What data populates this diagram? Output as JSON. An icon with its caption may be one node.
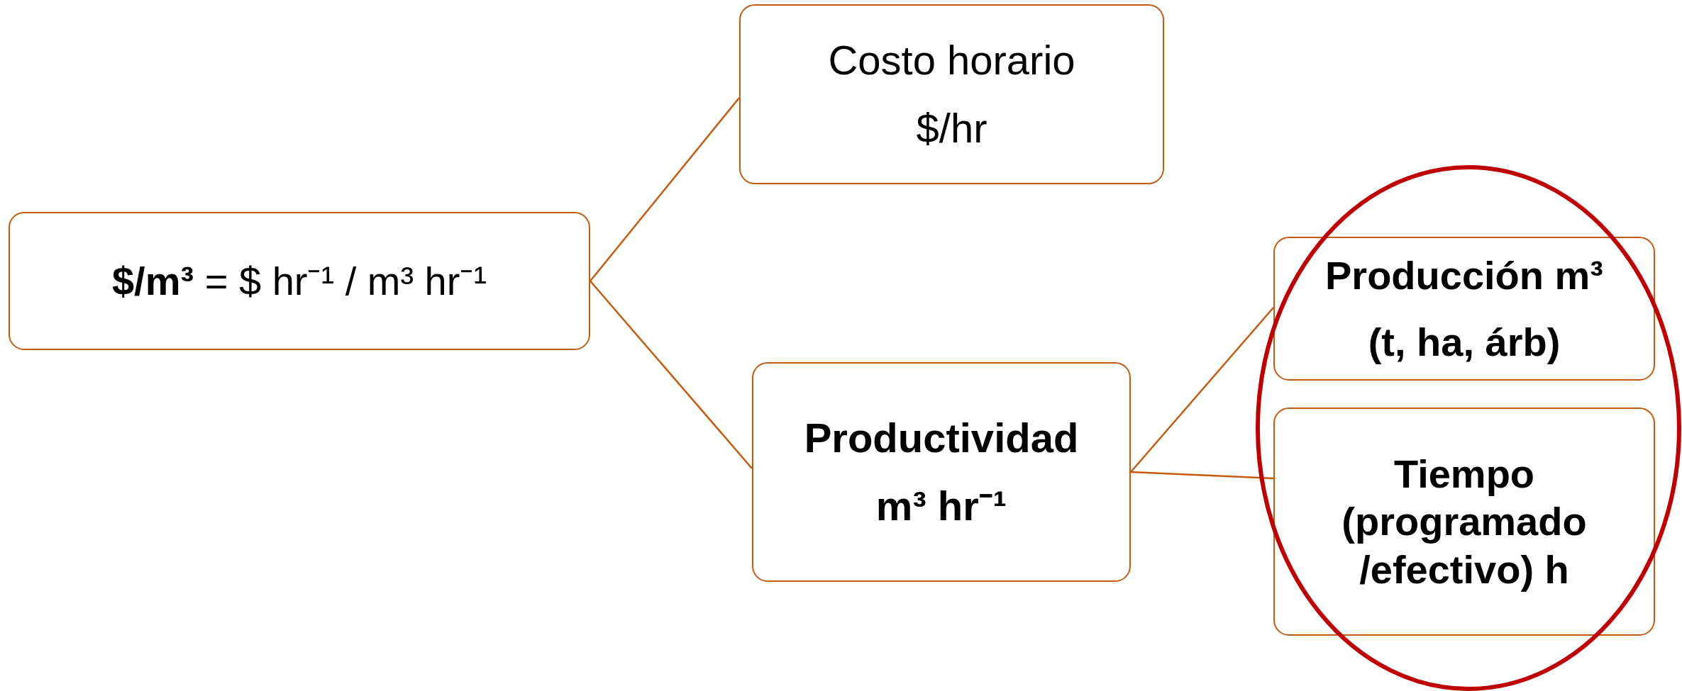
{
  "diagram": {
    "nodes": [
      {
        "text": [
          "**$/m³** = $ hr⁻¹ / m³ hr⁻¹"
        ]
      },
      {
        "text": [
          "Costo horario",
          "$/hr"
        ]
      },
      {
        "text": [
          "Productividad",
          "m³ hr⁻¹"
        ]
      },
      {
        "text": [
          "Producción m³",
          "(t, ha, árb)"
        ]
      },
      {
        "text": [
          "Tiempo (programado /efectivo) h"
        ]
      }
    ],
    "edges": [
      {
        "from": 0,
        "to": 1,
        "arrow": "none"
      },
      {
        "from": 0,
        "to": 2,
        "arrow": "none"
      },
      {
        "from": 2,
        "to": 3,
        "arrow": "none"
      },
      {
        "from": 2,
        "to": 4,
        "arrow": "none"
      }
    ]
  }
}
